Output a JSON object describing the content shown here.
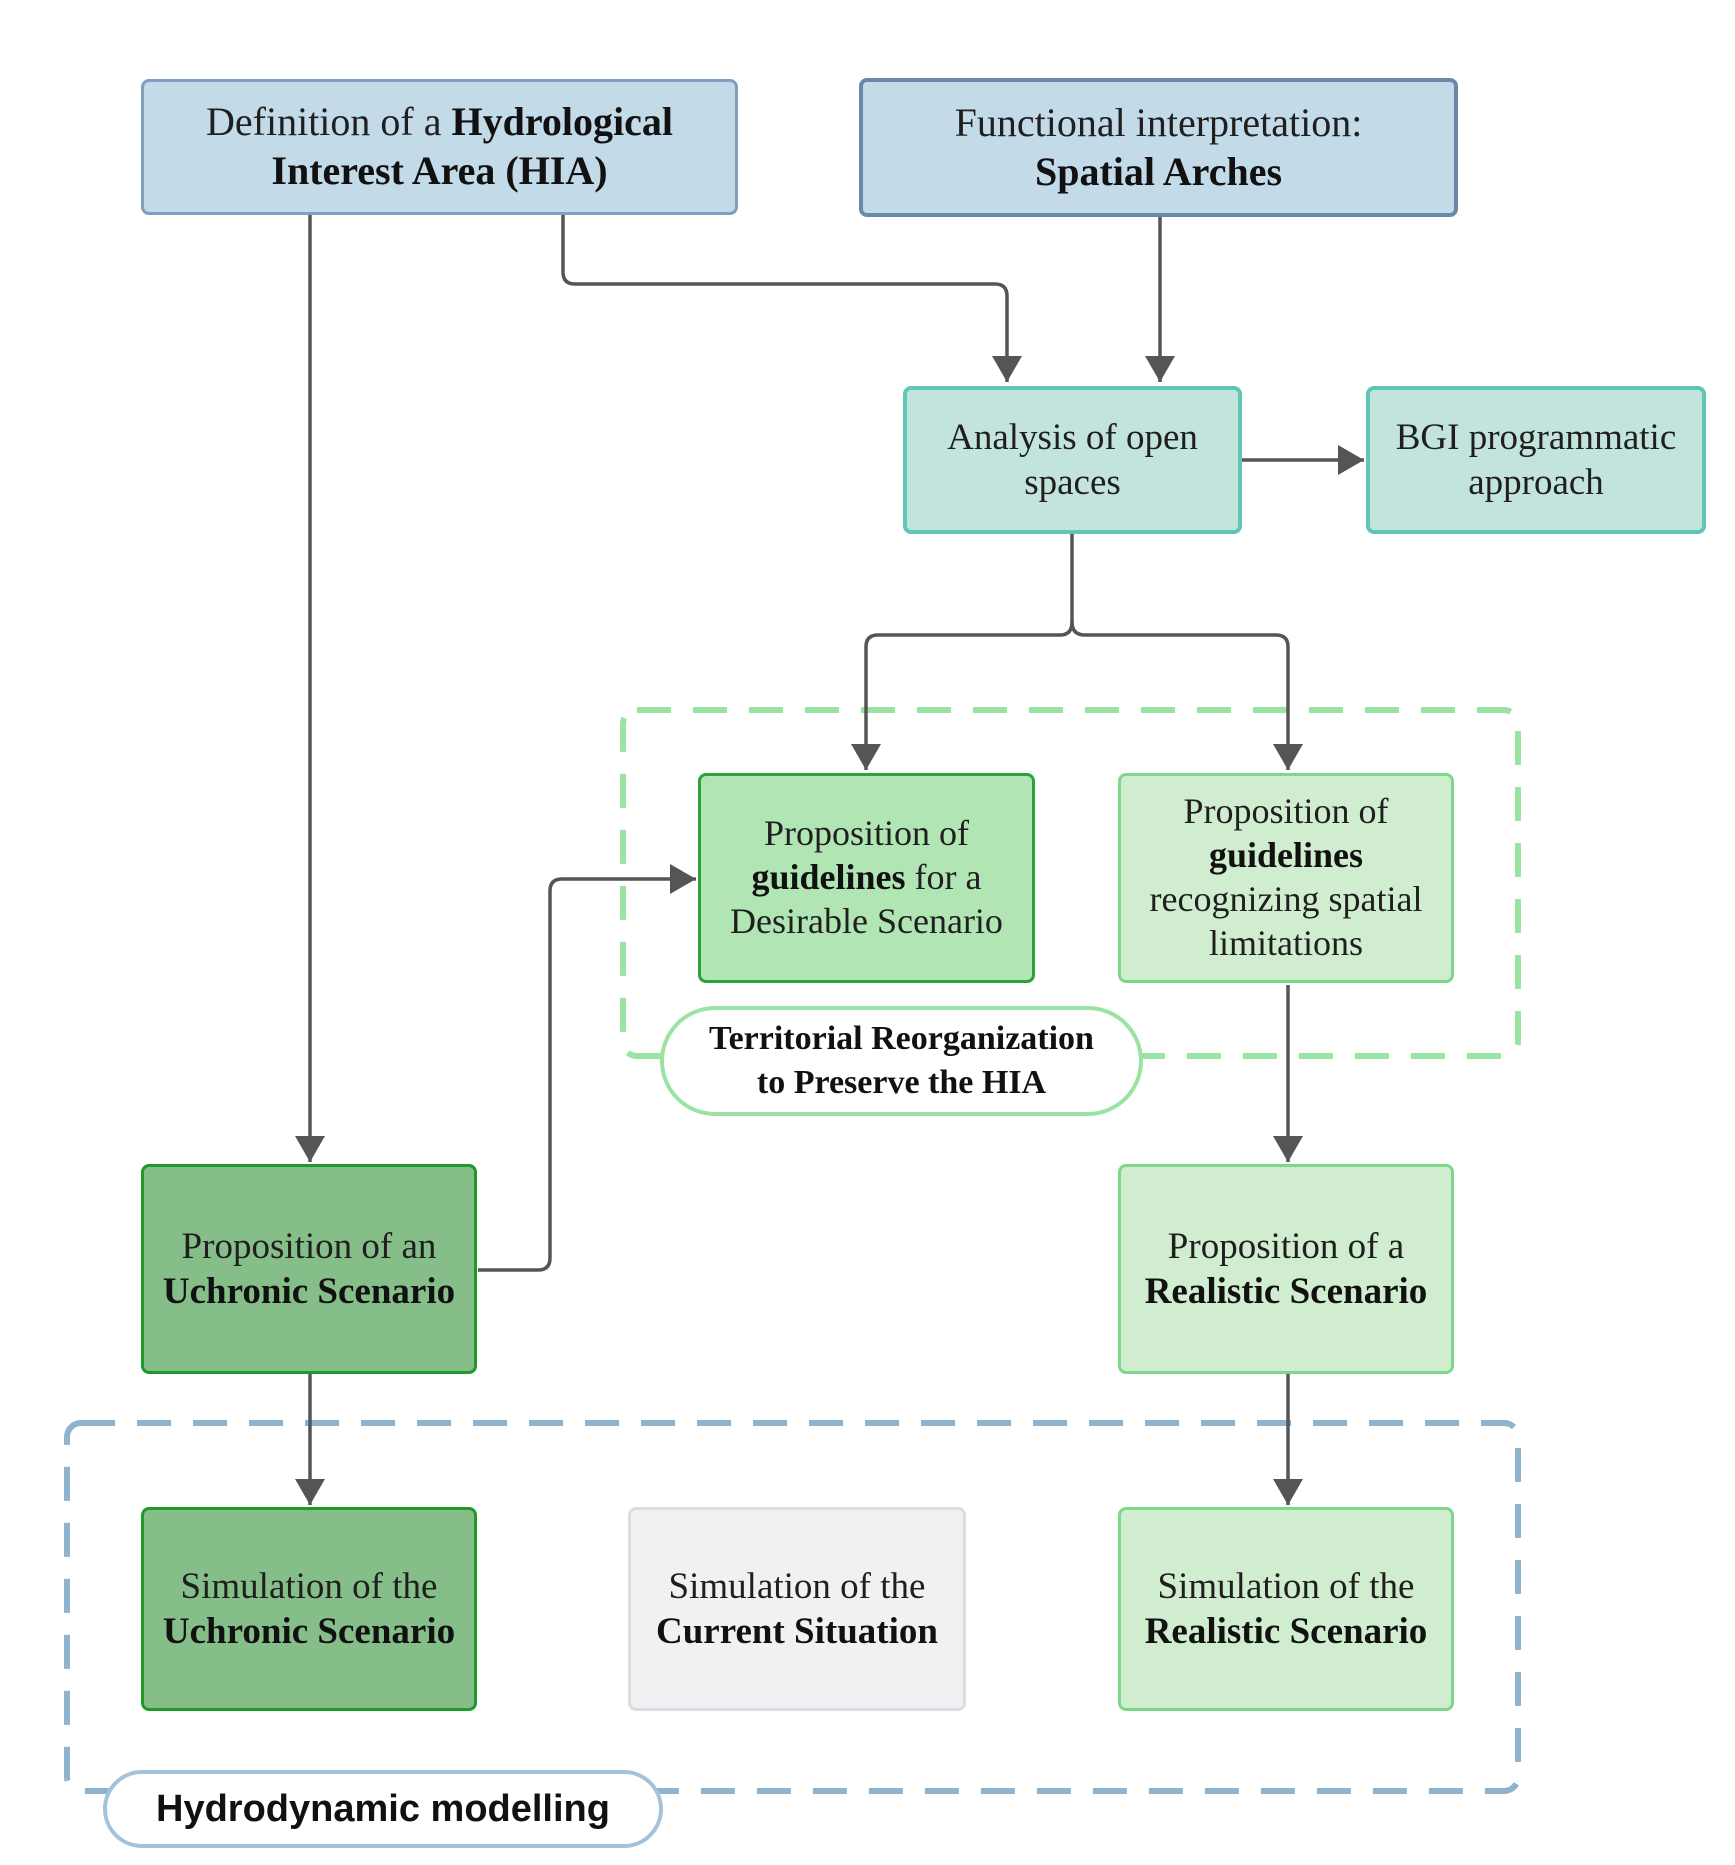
{
  "nodes": {
    "hia": {
      "line1_pre": "Definition of a ",
      "line1_bold": "Hydrological",
      "line2_bold": "Interest Area (HIA)"
    },
    "arches": {
      "line1": "Functional interpretation:",
      "line2_bold": "Spatial Arches"
    },
    "analysis": {
      "line1": "Analysis of open",
      "line2": "spaces"
    },
    "bgi": {
      "line1": "BGI programmatic",
      "line2": "approach"
    },
    "desirable": {
      "line1": "Proposition of",
      "line2_bold": "guidelines",
      "line2_rest": " for a",
      "line3": "Desirable Scenario"
    },
    "limitations": {
      "line1": "Proposition of",
      "line2_bold": "guidelines",
      "line3": "recognizing spatial",
      "line4": "limitations"
    },
    "uchronic": {
      "line1": "Proposition of an",
      "line2_bold": "Uchronic Scenario"
    },
    "realistic": {
      "line1": "Proposition of a",
      "line2_bold": "Realistic Scenario"
    },
    "sim_uchronic": {
      "line1": "Simulation of the",
      "line2_bold": "Uchronic Scenario"
    },
    "sim_current": {
      "line1": "Simulation of the",
      "line2_bold": "Current Situation"
    },
    "sim_realistic": {
      "line1": "Simulation of the",
      "line2_bold": "Realistic Scenario"
    }
  },
  "groups": {
    "territorial": {
      "line1": "Territorial Reorganization",
      "line2": "to Preserve the HIA"
    },
    "hydrodynamic": {
      "label": "Hydrodynamic modelling"
    }
  },
  "colors": {
    "arrow": "#555555",
    "green_group_border": "#9be3a2",
    "blue_group_border": "#8fb3cc"
  }
}
